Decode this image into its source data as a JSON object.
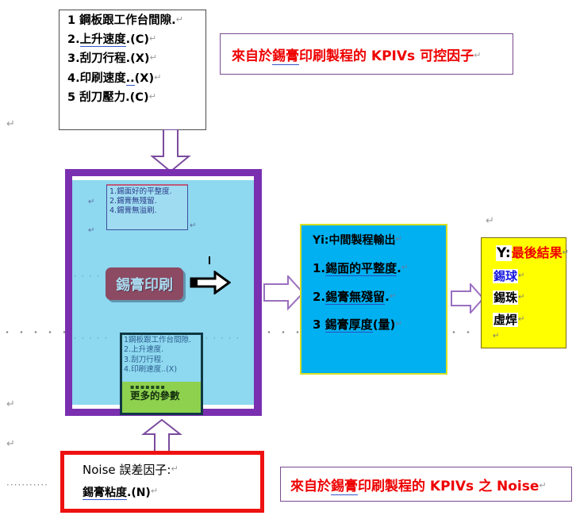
{
  "kpiv_box": {
    "name": "KPIV controllable factors list",
    "items": [
      {
        "num": "1",
        "text": "鋼板跟工作台間隙",
        "suffix": ".",
        "tag": ""
      },
      {
        "num": "2.",
        "text": "上升速度",
        "suffix": ".",
        "tag": "(C)"
      },
      {
        "num": "3.",
        "text": "刮刀行程",
        "suffix": ".",
        "tag": "(X)"
      },
      {
        "num": "4.",
        "text": "印刷速度",
        "suffix": "..",
        "tag": "(X)"
      },
      {
        "num": "5",
        "text": "刮刀壓力",
        "suffix": ".",
        "tag": "(C)"
      }
    ],
    "return_mark": "↵"
  },
  "caption_top": {
    "prefix": "來自於",
    "underlined": "錫膏",
    "middle": "印刷製程的",
    "kpiv": "KPIVs",
    "suffix": "可控因子",
    "return_mark": "↵"
  },
  "caption_bottom": {
    "prefix": "來自於",
    "underlined": "錫膏",
    "middle": "印刷製程的",
    "kpiv": "KPIVs",
    "suffix": "之 Noise",
    "return_mark": "↵"
  },
  "process_panel": {
    "title": "錫膏印刷",
    "top_box_lines": [
      "1.錫面好的平整度.",
      "2.錫膏無殘留.",
      "4.錫膏無溢刷."
    ],
    "bottom_box_lines": [
      "1鋼板跟工作台間隙.",
      "2.上升速度.",
      "3.刮刀行程.",
      "4.印刷速度..(X)"
    ],
    "more_params_dots": "▪▪▪▪▪▪▪",
    "more_params": "更多的參數",
    "return_mark": "↵",
    "dot_leader": "· · · · ·"
  },
  "yi_box": {
    "header": "Yi:中間製程輸出",
    "items": [
      {
        "num": "1.",
        "underlined": "錫面的平整度",
        "suffix": "."
      },
      {
        "num": "2.",
        "underlined": "錫膏無殘留",
        "suffix": "."
      },
      {
        "num": "3",
        "underlined": "錫膏厚度",
        "suffix": "(量)"
      }
    ],
    "return_mark": "↵"
  },
  "y_box": {
    "key": "Y:",
    "title": "最後結果",
    "items": [
      "錫球",
      "錫珠",
      "虛焊"
    ],
    "return_mark": "↵"
  },
  "noise_box": {
    "line1": "Noise 誤差因子:",
    "line2_underlined": "錫膏粘度",
    "line2_suffix": ".(N)",
    "return_mark": "↵"
  },
  "margin_marks": {
    "return_mark": "↵",
    "dot_leader": "···········"
  },
  "colors": {
    "panel_purple": "#7a2fb0",
    "panel_cyan": "#8ed8f0",
    "yi_cyan": "#00b0f0",
    "yi_border": "#d9e021",
    "y_yellow": "#ffff00",
    "red_caption": "#ee0000",
    "noise_border": "#ee1111",
    "arrow_purple": "#9a6fc0",
    "process_label_bg": "#8c4a63",
    "green_band": "#8ed14e"
  }
}
